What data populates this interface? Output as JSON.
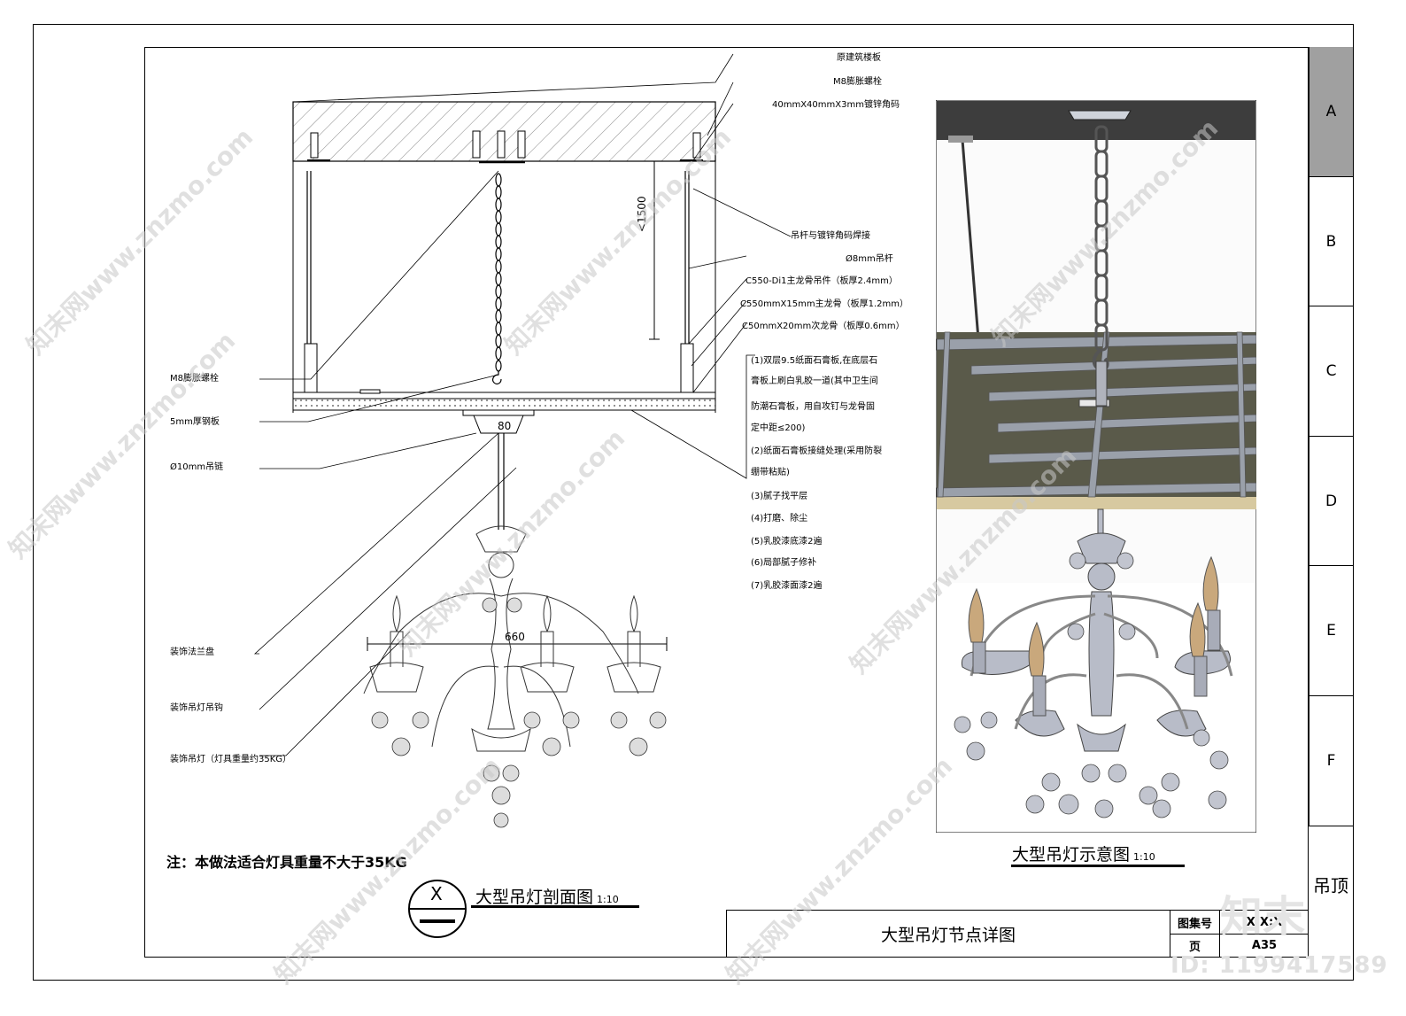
{
  "section_labels": {
    "top_right": [
      "原建筑楼板",
      "M8膨胀螺栓",
      "40mmX40mmX3mm镀锌角码"
    ],
    "right_mid": [
      "吊杆与镀锌角码焊接",
      "Ø8mm吊杆",
      "C550-Di1主龙骨吊件（板厚2.4mm）",
      "C550mmX15mm主龙骨（板厚1.2mm）",
      "C50mmX20mm次龙骨（板厚0.6mm）"
    ],
    "left": [
      "M8膨胀螺栓",
      "5mm厚钢板",
      "Ø10mm吊链",
      "装饰法兰盘",
      "装饰吊灯吊钩",
      "装饰吊灯（灯具重量约35KG）"
    ],
    "notes": [
      "(1)双层9.5纸面石膏板,在底层石",
      "膏板上刷白乳胶一道(其中卫生间",
      "防潮石膏板，用自攻钉与龙骨固",
      "定中距≤200)",
      "(2)纸面石膏板接缝处理(采用防裂",
      "绷带粘贴)",
      "(3)腻子找平层",
      "(4)打磨、除尘",
      "(5)乳胶漆底漆2遍",
      "(6)局部腻子修补",
      "(7)乳胶漆面漆2遍"
    ]
  },
  "dimensions": {
    "height": "<1500",
    "plate": "80",
    "width": "660"
  },
  "note_text": "注：本做法适合灯具重量不大于35KG",
  "captions": {
    "section": "大型吊灯剖面图",
    "section_scale": "1:10",
    "render": "大型吊灯示意图",
    "render_scale": "1:10",
    "symbol_top": "X"
  },
  "title_block": {
    "title": "大型吊灯节点详图",
    "atlas_label": "图集号",
    "atlas_value": "X:X:X",
    "page_label": "页",
    "page_value": "A35"
  },
  "side_tabs": [
    "A",
    "B",
    "C",
    "D",
    "E",
    "F"
  ],
  "side_active": "A",
  "side_category": "吊顶",
  "watermark": {
    "text": "知末网www.znzmo.com",
    "logo": "知末",
    "id": "ID: 1199417589"
  }
}
